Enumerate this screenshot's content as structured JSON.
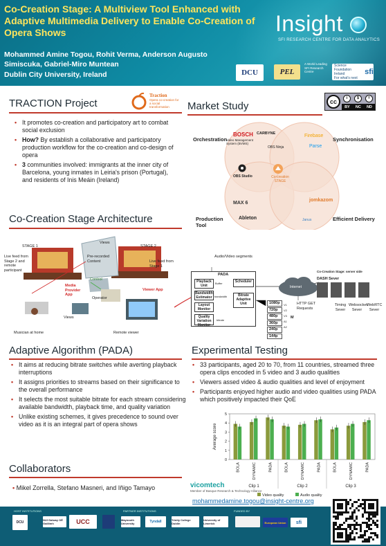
{
  "header": {
    "title": "Co-Creation Stage: A Multiview Tool Enhanced with Adaptive Multimedia Delivery to Enable Co-Creation of Opera Shows",
    "authors": "Mohammed Amine Togou, Rohit Verma, Anderson Augusto Simiscuka, Gabriel-Miro Muntean",
    "affiliation": "Dublin City University, Ireland",
    "brand": "Insight",
    "brand_sub": "SFI RESEARCH CENTRE FOR DATA ANALYTICS",
    "logo_dcu": "DCU",
    "logo_pel": "PEL",
    "world_leading": "A World Leading SFI Research Centre",
    "sfi_line1": "Science Foundation Ireland",
    "sfi_line2": "For what's next",
    "sfi_mark": "sfi"
  },
  "traction": {
    "heading": "TRACTION Project",
    "logo_word": "Traction",
    "logo_tag": "Opera co-creation for a social transformation",
    "bullets": [
      {
        "text": "It promotes co-creation and participatory art to combat social exclusion"
      },
      {
        "lead": "How?",
        "text": " By establish a collaborative and participatory production workflow for the co-creation and co-design of opera"
      },
      {
        "lead": "3",
        "text": " communities involved: immigrants at the inner city of Barcelona, young inmates in Leiria's prison (Portugal), and residents of Inis Meáin (Ireland)"
      }
    ]
  },
  "market": {
    "heading": "Market Study",
    "cc_labels": [
      "BY",
      "NC",
      "ND"
    ],
    "cc_mark": "cc",
    "labels": {
      "orchestration": "Orchestration",
      "synchronisation": "Synchronisation",
      "production": "Production Tool",
      "delivery": "Efficient Delivery"
    },
    "logos": {
      "bosch": "BOSCH",
      "bosch_sub": "Video Management System (BVMS)",
      "carbyne": "CARBYNE",
      "obs_ninja": "OBS Ninja",
      "obs_studio": "OBS Studio",
      "cocreation": "Co-creation STAGE",
      "firebase": "Firebase",
      "parse": "Parse",
      "max": "MAX 6",
      "ableton": "Ableton",
      "jomkazom": "jomkazom",
      "janus": "Janus"
    }
  },
  "architecture": {
    "heading": "Co-Creation Stage Architecture",
    "labels": {
      "stage1": "STAGE 1",
      "stage2": "STAGE 2",
      "views_top": "Views",
      "live_feed_a": "Live feed from Stage 2 and remote participant",
      "prerecorded": "Pre-recorded Content",
      "live_feed_b": "Live feed from Stage 1",
      "media_provider": "Media Provider App",
      "control": "Control",
      "operator": "Operator",
      "views_bottom": "Views",
      "musician": "Musician at home",
      "remote_viewer": "Remote viewer",
      "viewer_app": "Viewer App",
      "segments": "Audio/Video segments",
      "pada": "PADA",
      "playback": "Playback Unit",
      "buffer": "Buffer",
      "bandwidth": "Bandwidth Estimator",
      "layout": "Layout Monitor",
      "quality": "Quality Variation Monitor",
      "scheduler": "Scheduler",
      "bitrate_unit": "Bitrate Adaptive Unit",
      "bitrate": "bitrate",
      "bandwidth_small": "bandwidth",
      "internet": "Internet",
      "http": "HTTP GET Requests",
      "server_side": "Co-Creation Stage: server side",
      "dash": "DASH Sever",
      "timing": "Timing Sever",
      "websocket": "Websocket Sever",
      "webrtc": "WebRTC Sever",
      "m_label": "M"
    },
    "resolutions": [
      "1080p",
      "720p",
      "480p",
      "360p",
      "240p",
      "144p"
    ],
    "tracks": [
      "V1",
      "V2",
      "V3",
      "A1",
      "A2"
    ]
  },
  "pada": {
    "heading": "Adaptive Algorithm (PADA)",
    "bullets": [
      "It aims at reducing bitrate switches while averting playback interruptions",
      "It assigns priorities to streams based on their significance to the overall performance",
      "It selects the most suitable bitrate for each stream considering available bandwidth, playback time, and quality variation",
      "Unlike existing schemes, it gives precedence to sound over video as it is an integral part of opera shows"
    ]
  },
  "experiment": {
    "heading": "Experimental Testing",
    "bullets": [
      "33 participants, aged 20 to 70, from 11 countries, streamed three opera clips encoded in 5 video and 3 audio qualities",
      "Viewers assed video & audio qualities and level of enjoyment",
      "Participants enjoyed higher audio and video qualities using PADA which positively impacted their QoE"
    ]
  },
  "chart_data": {
    "type": "bar",
    "ylabel": "Average score",
    "ylim": [
      0,
      5
    ],
    "yticks": [
      0,
      1,
      2,
      3,
      4,
      5
    ],
    "categories": [
      "BOLA",
      "DYNAMIC",
      "PADA",
      "BOLA",
      "DYNAMIC",
      "PADA",
      "BOLA",
      "DYNAMIC",
      "PADA"
    ],
    "groups": [
      "Clip 1",
      "Clip 2",
      "Clip 3"
    ],
    "series": [
      {
        "name": "Video quality",
        "color": "#8a9a3c",
        "values": [
          3.9,
          4.1,
          4.6,
          3.7,
          3.8,
          4.3,
          3.3,
          3.7,
          4.1
        ]
      },
      {
        "name": "Audio quality",
        "color": "#4caf50",
        "values": [
          3.6,
          4.5,
          4.4,
          3.6,
          3.9,
          4.4,
          3.5,
          3.9,
          4.3
        ]
      }
    ]
  },
  "collab": {
    "heading": "Collaborators",
    "names": "Mikel Zorrella, Stefano Masneri, and Iñigo Tamayo",
    "vicomtech": "vicomtech",
    "vicomtech_sub": "Member of Basque Research & Technology Alliance"
  },
  "footer": {
    "email": "mohammedamine.togou@insight-centre.org",
    "host": "HOST INSTITUTIONS",
    "partner": "PARTNER INSTITUTIONS",
    "funded": "FUNDED BY",
    "logos": [
      "DCU",
      "NUI Galway OÉ Gaillimh",
      "UCC",
      "Tyndall",
      "Maynooth University",
      "Trinity College Dublin",
      "University of Limerick",
      "European Union",
      "sfi"
    ]
  },
  "colors": {
    "accent": "#c0392b",
    "header": "#0e8aa3",
    "title": "#ffe45c"
  }
}
